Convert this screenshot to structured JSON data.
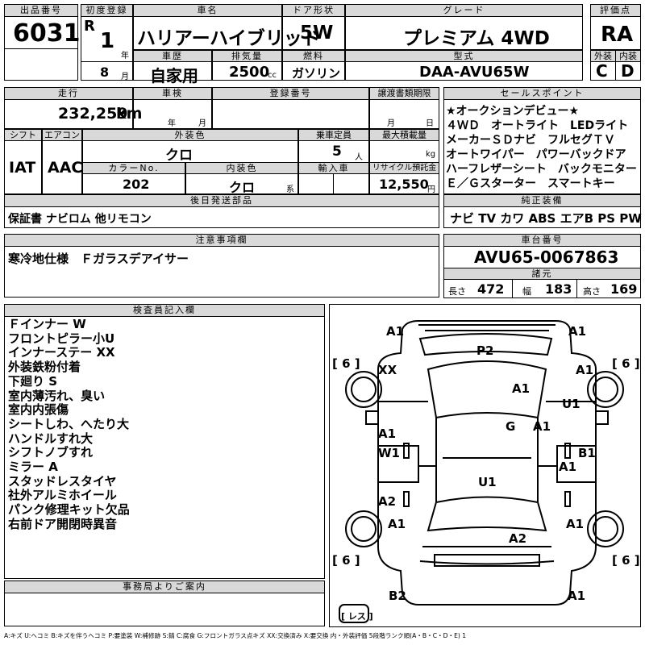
{
  "header": {
    "lot_label": "出品番号",
    "lot_no": "6031",
    "first_reg_label": "初度登録",
    "era": "R",
    "year": "1",
    "year_unit": "年",
    "month": "8",
    "month_unit": "月",
    "car_name_label": "車名",
    "car_name": "ハリアーハイブリッド",
    "door_label": "ドア形状",
    "door": "5W",
    "grade_label": "グレード",
    "grade": "プレミアム 4WD",
    "rating_label": "評価点",
    "rating": "RA",
    "history_label": "車歴",
    "history": "自家用",
    "displacement_label": "排気量",
    "displacement": "2500",
    "displacement_unit": "cc",
    "fuel_label": "燃料",
    "fuel": "ガソリン",
    "model_label": "型式",
    "model": "DAA-AVU65W",
    "ext_label": "外装",
    "ext": "C",
    "int_label": "内装",
    "int": "D"
  },
  "row2": {
    "mileage_label": "走行",
    "mileage": "232,259",
    "mileage_unit": "km",
    "inspection_label": "車検",
    "insp_year_unit": "年",
    "insp_month_unit": "月",
    "reg_no_label": "登録番号",
    "transfer_label": "譲渡書類期限",
    "transfer_month_unit": "月",
    "transfer_day_unit": "日",
    "shift_label": "シフト",
    "shift": "IAT",
    "ac_label": "エアコン",
    "ac": "AAC",
    "ext_color_label": "外装色",
    "ext_color": "クロ",
    "capacity_label": "乗車定員",
    "capacity": "5",
    "capacity_unit": "人",
    "max_load_label": "最大積載量",
    "max_load_unit": "kg",
    "color_no_label": "カラーNo.",
    "color_no": "202",
    "int_color_label": "内装色",
    "int_color": "クロ",
    "int_color_unit": "系",
    "import_label": "輸入車",
    "recycle_label": "リサイクル預託金",
    "recycle": "12,550",
    "recycle_unit": "円",
    "shipping_label": "後日発送部品",
    "shipping": "保証書 ナビロム 他リモコン"
  },
  "sales": {
    "label": "セールスポイント",
    "lines": [
      "★オークションデビュー★",
      "４ＷＤ　オートライト　LEDライト",
      "メーカーＳＤナビ　フルセグＴＶ",
      "オートワイパー　パワーバックドア",
      "ハーフレザーシート　バックモニター",
      "Ｅ／Ｇスターター　スマートキー"
    ]
  },
  "equipment": {
    "label": "純正装備",
    "items": "ナビ TV カワ ABS エアB PS PW"
  },
  "caution": {
    "label": "注意事項欄",
    "text": "寒冷地仕様　Ｆガラスデアイサー"
  },
  "chassis": {
    "label": "車台番号",
    "number": "AVU65-0067863",
    "dims_label": "諸元",
    "length_label": "長さ",
    "length": "472",
    "width_label": "幅",
    "width": "183",
    "height_label": "高さ",
    "height": "169"
  },
  "inspector": {
    "label": "検査員記入欄",
    "notes": [
      "Ｆインナー W",
      "フロントピラー小U",
      "インナーステー XX",
      "外装鉄粉付着",
      "下廻り S",
      "室内薄汚れ、臭い",
      "室内内張傷",
      "シートしわ、へたり大",
      "ハンドルすれ大",
      "シフトノブすれ",
      "ミラー A",
      "スタッドレスタイヤ",
      "社外アルミホイール",
      "パンク修理キット欠品",
      "右前ドア開閉時異音"
    ]
  },
  "office": {
    "label": "事務局よりご案内"
  },
  "diagram": {
    "tire_fl": "[ 6 ]",
    "tire_fr": "[ 6 ]",
    "tire_rl": "[ 6 ]",
    "tire_rr": "[ 6 ]",
    "spare": "[ レス ]",
    "marks": [
      "A1",
      "A1",
      "P2",
      "XX",
      "A1",
      "A1",
      "U1",
      "G",
      "A1",
      "A1",
      "W1",
      "B1",
      "A1",
      "U1",
      "A2",
      "A1",
      "A1",
      "A2",
      "B2",
      "A1"
    ]
  },
  "legend": "A:キズ U:ヘコミ B:キズを伴うヘコミ P:要塗装 W:補修跡 S:錆 C:腐食 G:フロントガラス点キズ XX:交換済み X:要交換 内・外装評価 5段階ランク順(A・B・C・D・E) 1",
  "colors": {
    "header_bg": "#d9d9d9",
    "line": "#000000"
  }
}
